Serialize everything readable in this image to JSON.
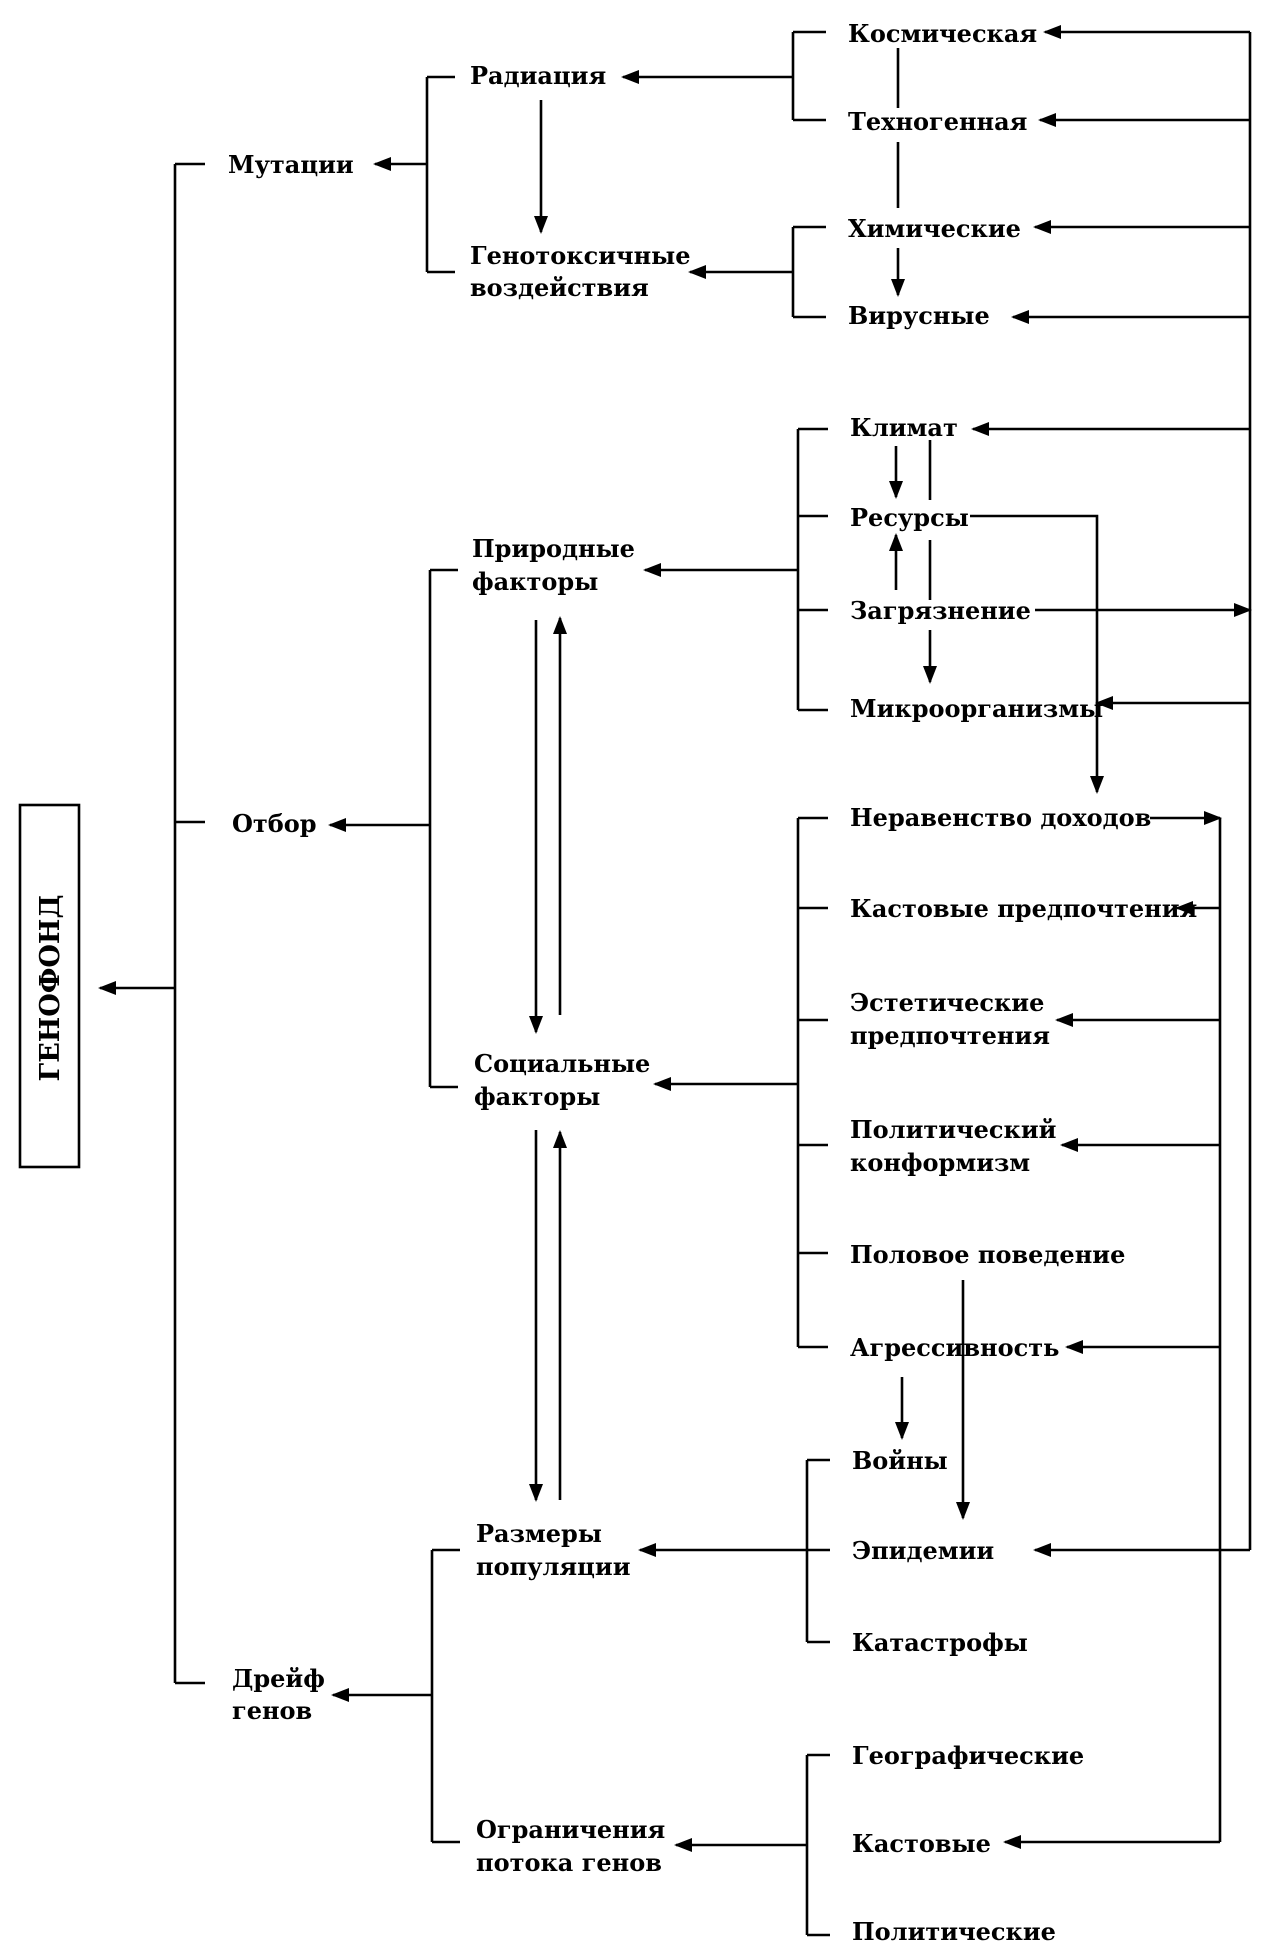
{
  "root": {
    "label": "ГЕНОФОНД"
  },
  "level1": {
    "mutations": "Мутации",
    "selection": "Отбор",
    "drift": [
      "Дрейф",
      "генов"
    ]
  },
  "level2": {
    "radiation": "Радиация",
    "genotoxic": [
      "Генотоксичные",
      "воздействия"
    ],
    "natural": [
      "Природные",
      "факторы"
    ],
    "social": [
      "Социальные",
      "факторы"
    ],
    "population": [
      "Размеры",
      "популяции"
    ],
    "flow": [
      "Ограничения",
      "потока генов"
    ]
  },
  "level3": {
    "cosmic": "Космическая",
    "technogenic": "Техногенная",
    "chemical": "Химические",
    "viral": "Вирусные",
    "climate": "Климат",
    "resources": "Ресурсы",
    "pollution": "Загрязнение",
    "microorganisms": "Микроорганизмы",
    "income": "Неравенство доходов",
    "caste_pref": "Кастовые предпочтения",
    "aesthetic": [
      "Эстетические",
      "предпочтения"
    ],
    "political": [
      "Политический",
      "конформизм"
    ],
    "sexual": "Половое поведение",
    "aggression": "Агрессивность",
    "wars": "Войны",
    "epidemics": "Эпидемии",
    "catastrophes": "Катастрофы",
    "geographic": "Географические",
    "caste": "Кастовые",
    "politic": "Политические"
  },
  "colors": {
    "ink": "#000000",
    "paper": "#ffffff"
  }
}
